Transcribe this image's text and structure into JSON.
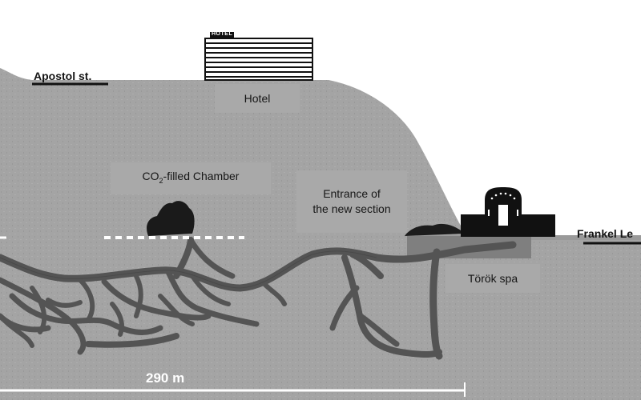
{
  "labels": {
    "apostol_st": "Apostol st.",
    "frankel": "Frankel Le",
    "hotel_sign": "HOTEL",
    "hotel": "Hotel",
    "chamber_prefix": "CO",
    "chamber_sub": "2",
    "chamber_suffix": "-filled Chamber",
    "entrance_line1": "Entrance of",
    "entrance_line2": "the new section",
    "torok_spa": "Török spa",
    "scale": "290 m"
  },
  "colors": {
    "rock": "#a3a3a3",
    "cave": "#555555",
    "cave_outline": "#3a3a3a",
    "label_box": "#a9a9a9",
    "ink": "#111111"
  },
  "icons": {
    "hotel": "building-icon",
    "spa": "dome-building-icon",
    "chamber": "chamber-blob-icon"
  }
}
